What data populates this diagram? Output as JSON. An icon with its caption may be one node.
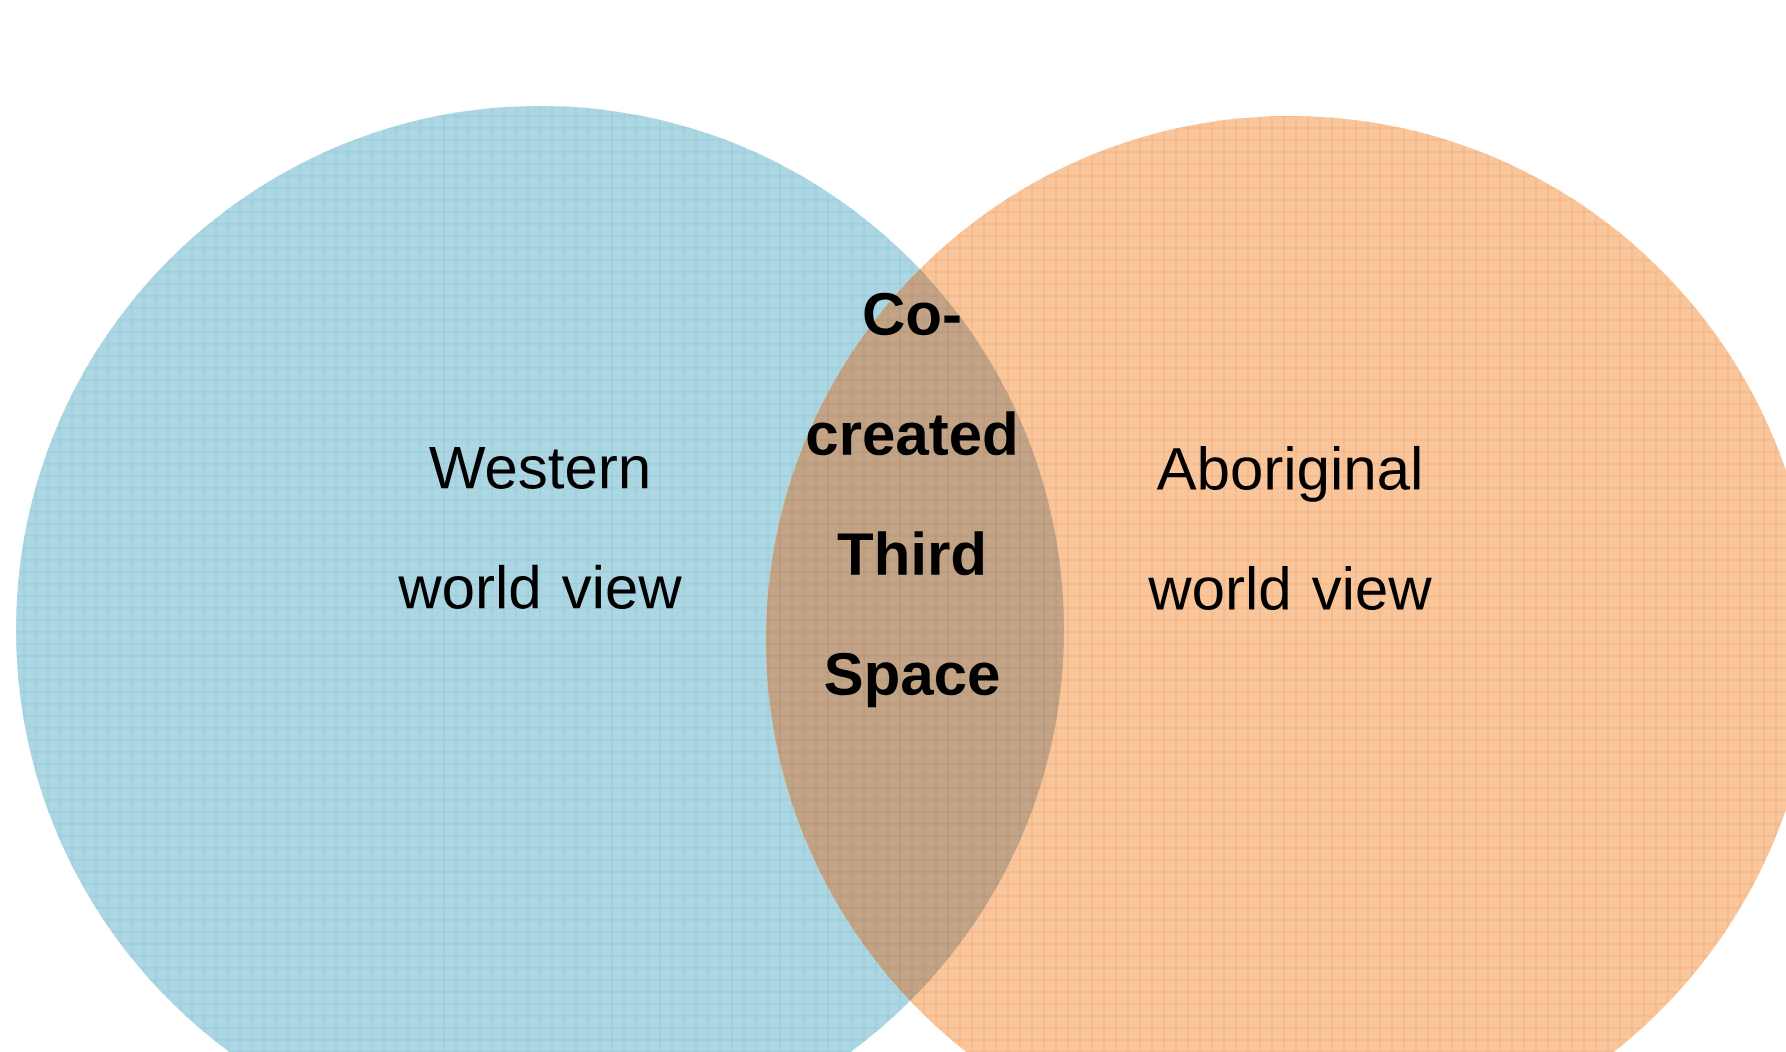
{
  "diagram": {
    "nodes": [
      {
        "text": [
          "Western world view"
        ]
      },
      {
        "text": [
          "Aboriginal world view"
        ]
      },
      {
        "text": [
          "Co-created Third Space"
        ]
      }
    ]
  }
}
